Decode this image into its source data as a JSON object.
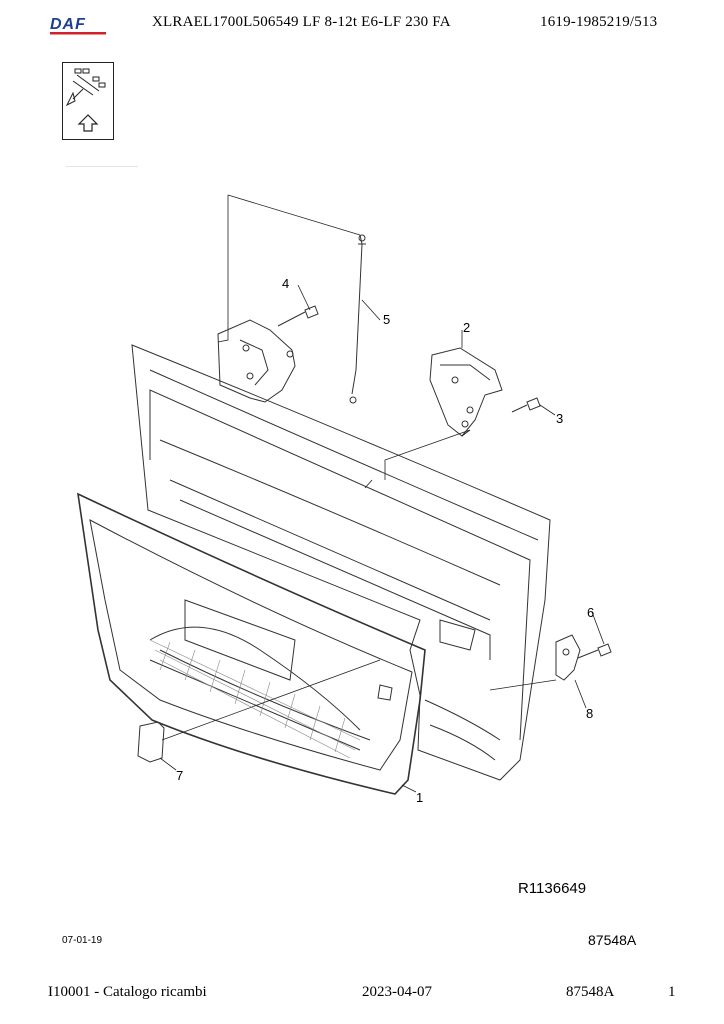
{
  "header": {
    "brand": "DAF",
    "model_code": "XLRAEL1700L506549   LF  8-12t  E6-LF 230 FA",
    "doc_ref": "1619-1985219/513"
  },
  "navigation": {
    "icon": "up-arrow-icon"
  },
  "drawing": {
    "callouts": [
      "1",
      "2",
      "3",
      "4",
      "5",
      "6",
      "7",
      "8"
    ],
    "ref_number": "R1136649"
  },
  "sheet": {
    "date_code": "07-01-19",
    "id": "87548A"
  },
  "footer": {
    "catalog": "I10001 - Catalogo ricambi",
    "date": "2023-04-07",
    "id": "87548A",
    "page": "1"
  },
  "colors": {
    "brand_red": "#d4202a",
    "brand_blue": "#1f3f8f",
    "line": "#333333"
  }
}
